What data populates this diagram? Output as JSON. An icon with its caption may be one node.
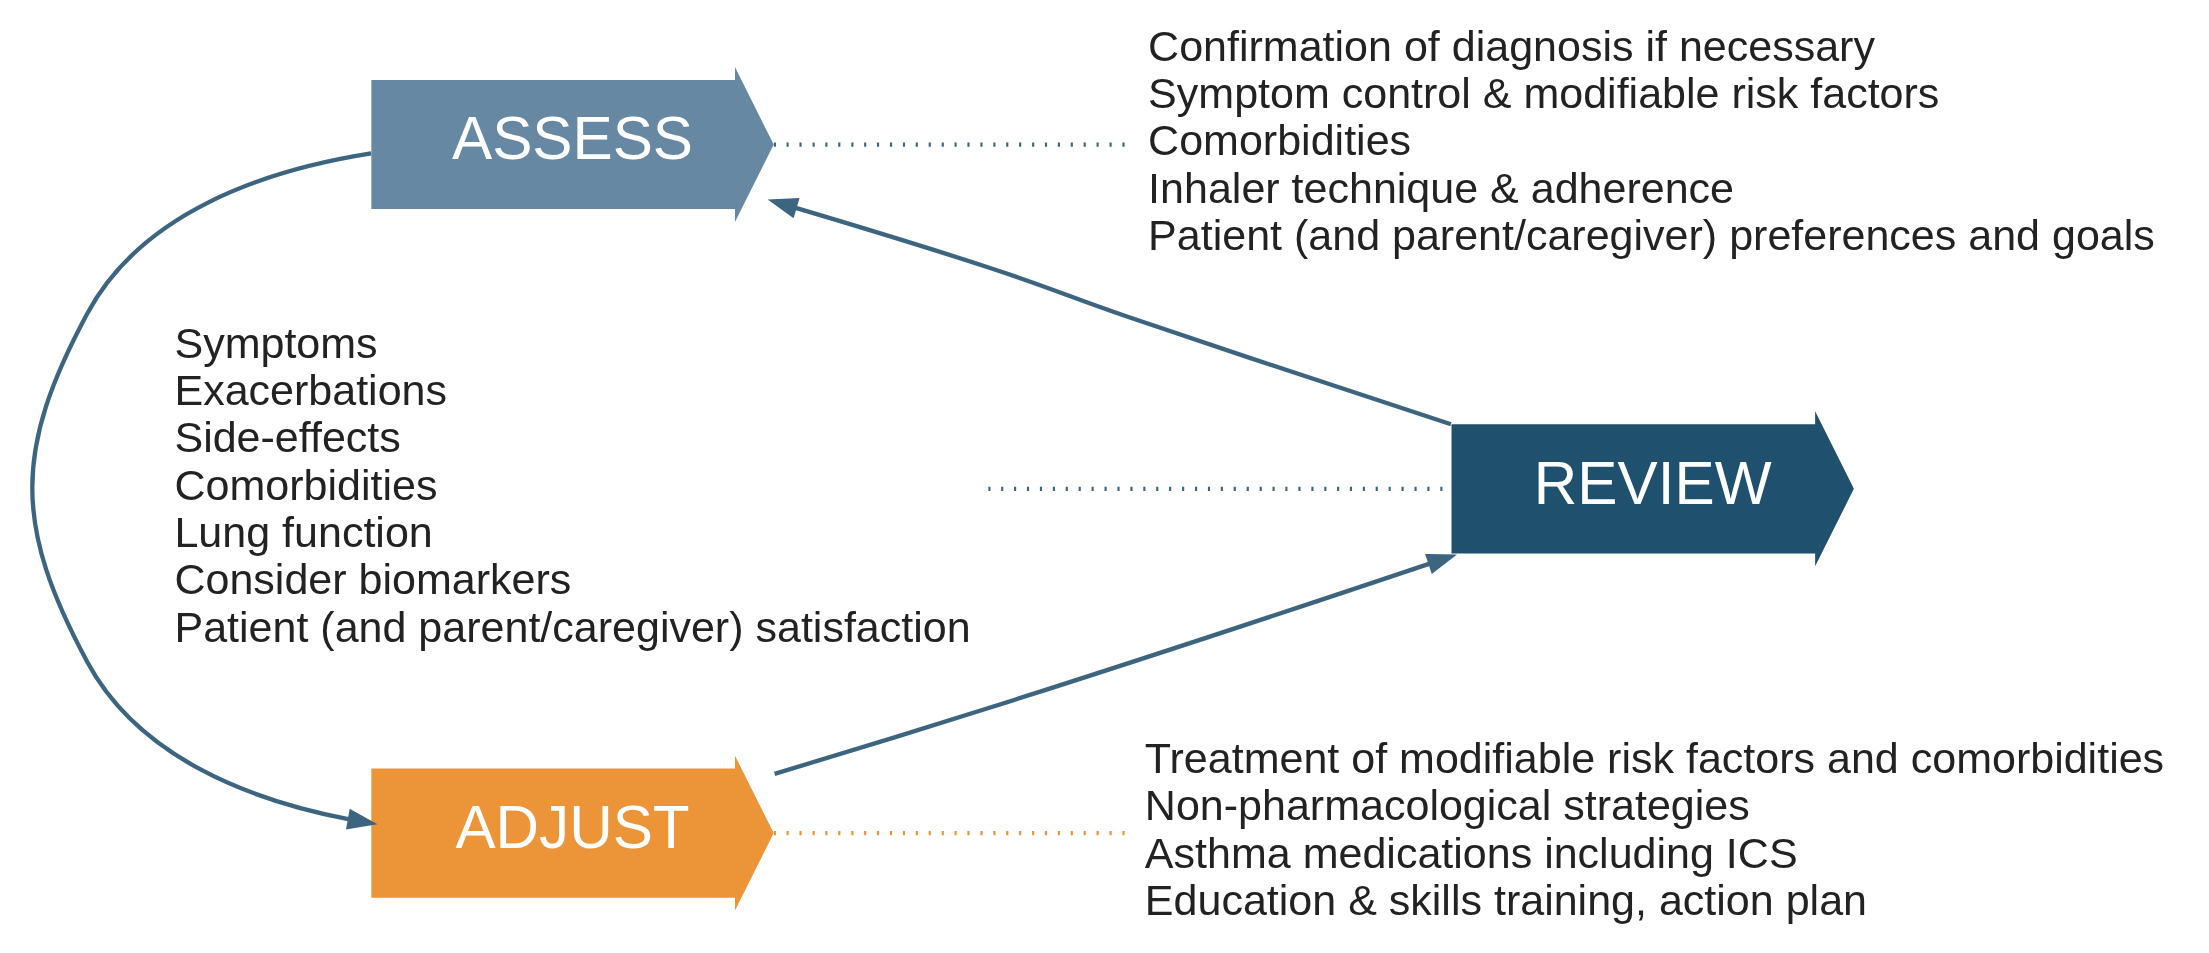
{
  "diagram": {
    "nodes": [
      {
        "text": [
          "ASSESS"
        ]
      },
      {
        "text": [
          "ADJUST"
        ]
      },
      {
        "text": [
          "REVIEW"
        ]
      },
      {
        "text": [
          "Confirmation of diagnosis if necessary",
          "Symptom control & modifiable risk factors",
          "Comorbidities",
          "Inhaler technique & adherence",
          "Patient (and parent/caregiver) preferences and goals"
        ]
      },
      {
        "text": [
          "Treatment of modifiable risk factors and comorbidities",
          "Non-pharmacological strategies",
          "Asthma medications including ICS",
          "Education & skills training, action plan"
        ]
      },
      {
        "text": [
          "Symptoms",
          "Exacerbations",
          "Side-effects",
          "Comorbidities",
          "Lung function",
          "Consider biomarkers",
          "Patient (and parent/caregiver) satisfaction"
        ]
      }
    ],
    "edges": [
      {
        "from": 0,
        "to": 1,
        "arrow": "to"
      },
      {
        "from": 1,
        "to": 2,
        "arrow": "to"
      },
      {
        "from": 2,
        "to": 0,
        "arrow": "to"
      },
      {
        "from": 0,
        "to": 3,
        "arrow": "none",
        "style": "dashed"
      },
      {
        "from": 1,
        "to": 4,
        "arrow": "none",
        "style": "dashed",
        "color": "#e8923a"
      },
      {
        "from": 2,
        "to": 5,
        "arrow": "none",
        "style": "dashed"
      }
    ]
  }
}
